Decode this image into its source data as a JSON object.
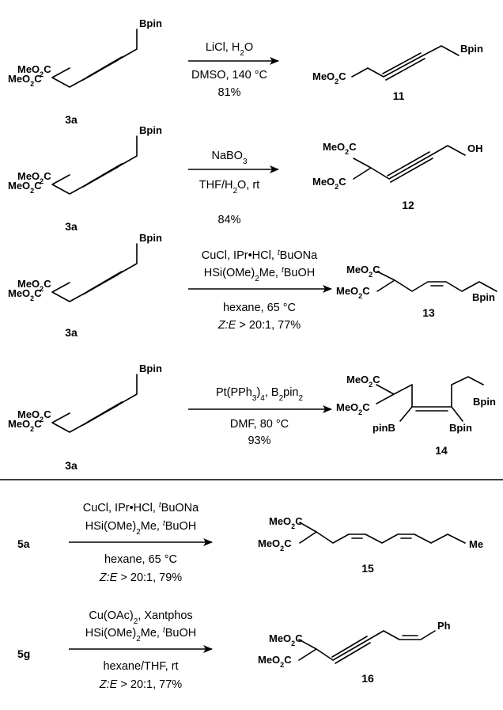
{
  "groups": {
    "meo2c": "MeO2C",
    "bpin": "Bpin",
    "pinb": "pinB",
    "oh": "OH",
    "me": "Me",
    "ph": "Ph"
  },
  "rows": [
    {
      "reactant": "3a",
      "product": "11",
      "conditions": [
        "LiCl, H2O",
        "DMSO, 140 °C",
        "81%"
      ]
    },
    {
      "reactant": "3a",
      "product": "12",
      "conditions": [
        "NaBO3",
        "THF/H2O, rt",
        "84%"
      ]
    },
    {
      "reactant": "3a",
      "product": "13",
      "conditions": [
        "CuCl, IPr•HCl, tBuONa",
        "HSi(OMe)2Me, tBuOH",
        "hexane, 65 °C",
        "Z:E > 20:1, 77%"
      ]
    },
    {
      "reactant": "3a",
      "product": "14",
      "conditions": [
        "Pt(PPh3)4, B2pin2",
        "DMF, 80 °C",
        "93%"
      ]
    },
    {
      "reactant": "5a",
      "product": "15",
      "conditions": [
        "CuCl, IPr•HCl, tBuONa",
        "HSi(OMe)2Me, tBuOH",
        "hexane, 65 °C",
        "Z:E > 20:1, 79%"
      ]
    },
    {
      "reactant": "5g",
      "product": "16",
      "conditions": [
        "Cu(OAc)2, Xantphos",
        "HSi(OMe)2Me, tBuOH",
        "hexane/THF, rt",
        "Z:E > 20:1, 77%"
      ]
    }
  ]
}
